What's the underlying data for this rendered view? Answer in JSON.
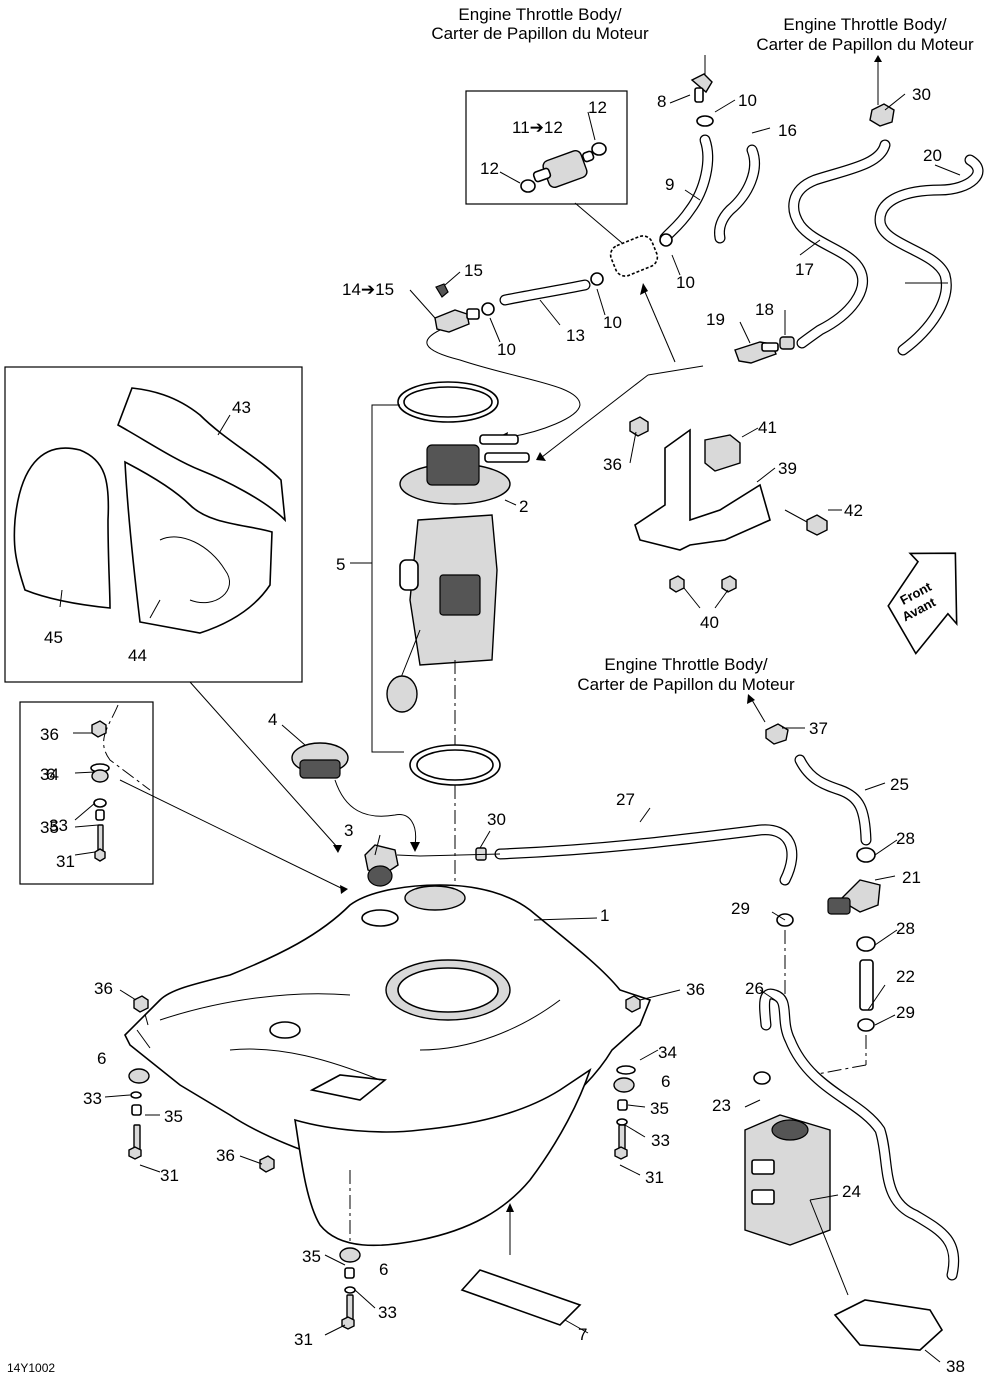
{
  "headers": {
    "throttle_top_center": [
      "Engine Throttle Body/",
      "Carter de Papillon du Moteur"
    ],
    "throttle_top_right": [
      "Engine Throttle Body/",
      "Carter de Papillon du Moteur"
    ],
    "throttle_mid_right": [
      "Engine Throttle Body/",
      "Carter de Papillon du Moteur"
    ]
  },
  "front_badge": [
    "Front",
    "Avant"
  ],
  "drawing_code": "14Y1002",
  "callouts": {
    "c1": "1",
    "c2": "2",
    "c3": "3",
    "c4": "4",
    "c5": "5",
    "c6a": "6",
    "c6b": "6",
    "c6c": "6",
    "c6d": "6",
    "c7": "7",
    "c8": "8",
    "c9": "9",
    "c10a": "10",
    "c10b": "10",
    "c10c": "10",
    "c10d": "10",
    "c11_12": "11➔12",
    "c12a": "12",
    "c12b": "12",
    "c13": "13",
    "c14_15": "14➔15",
    "c15": "15",
    "c16": "16",
    "c17": "17",
    "c18": "18",
    "c19": "19",
    "c20": "20",
    "c21": "21",
    "c22": "22",
    "c23": "23",
    "c24": "24",
    "c25": "25",
    "c26": "26",
    "c27": "27",
    "c28a": "28",
    "c28b": "28",
    "c29a": "29",
    "c29b": "29",
    "c30a": "30",
    "c30b": "30",
    "c31a": "31",
    "c31b": "31",
    "c31c": "31",
    "c31d": "31",
    "c33a": "33",
    "c33b": "33",
    "c33c": "33",
    "c33d": "33",
    "c34a": "34",
    "c34b": "34",
    "c35a": "35",
    "c35b": "35",
    "c35c": "35",
    "c35d": "35",
    "c36a": "36",
    "c36b": "36",
    "c36c": "36",
    "c36d": "36",
    "c36e": "36",
    "c37": "37",
    "c38": "38",
    "c39": "39",
    "c40": "40",
    "c41": "41",
    "c42": "42",
    "c43": "43",
    "c44": "44",
    "c45": "45"
  }
}
